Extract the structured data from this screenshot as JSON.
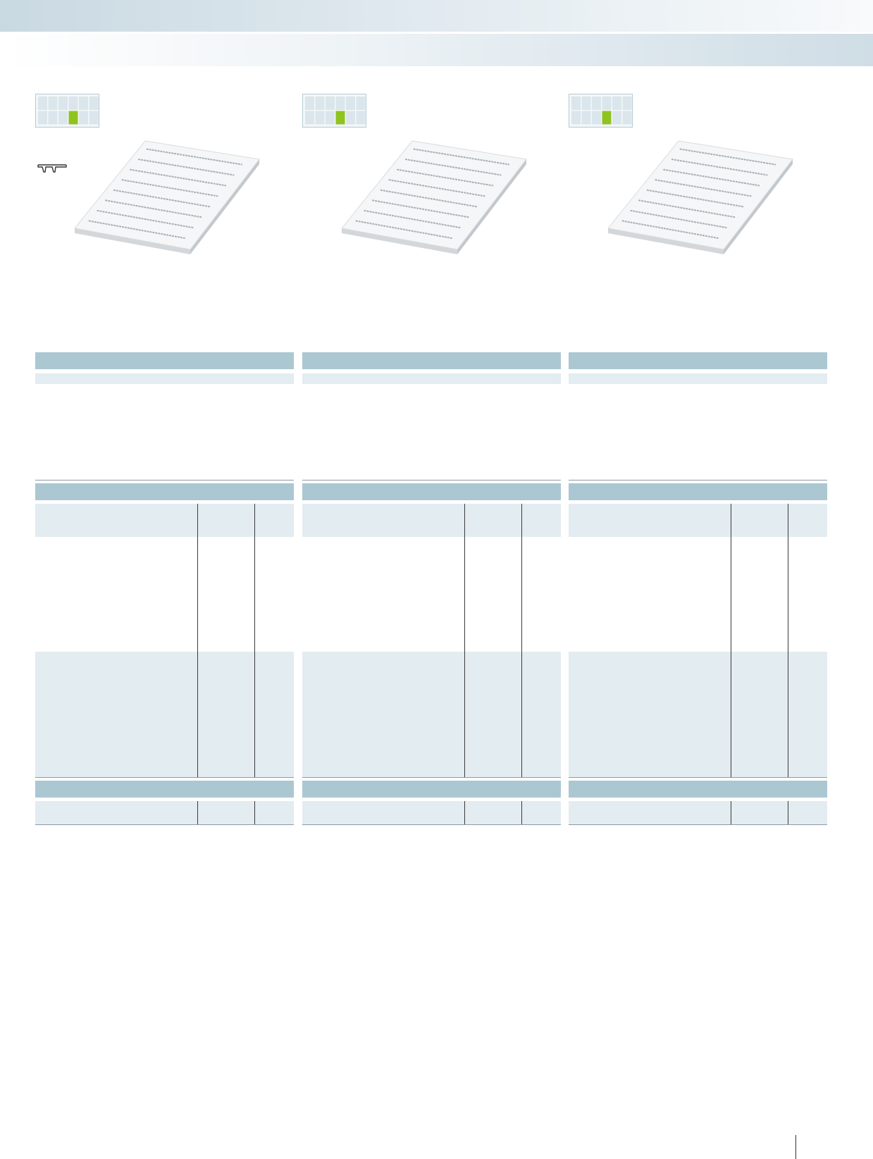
{
  "columns": [
    {
      "has_profile_icon": true,
      "marking_rows": 8
    },
    {
      "has_profile_icon": false,
      "marking_rows": 8
    },
    {
      "has_profile_icon": false,
      "marking_rows": 8
    }
  ],
  "colors": {
    "header_bar": "#abc7d2",
    "light_bar": "#e3ecf0",
    "position_highlight": "#8fc31f",
    "grid_cell": "#dbe6ec"
  },
  "position_grid": {
    "cols": 6,
    "rows": 2,
    "highlight_col": 3,
    "highlight_row": 1
  }
}
